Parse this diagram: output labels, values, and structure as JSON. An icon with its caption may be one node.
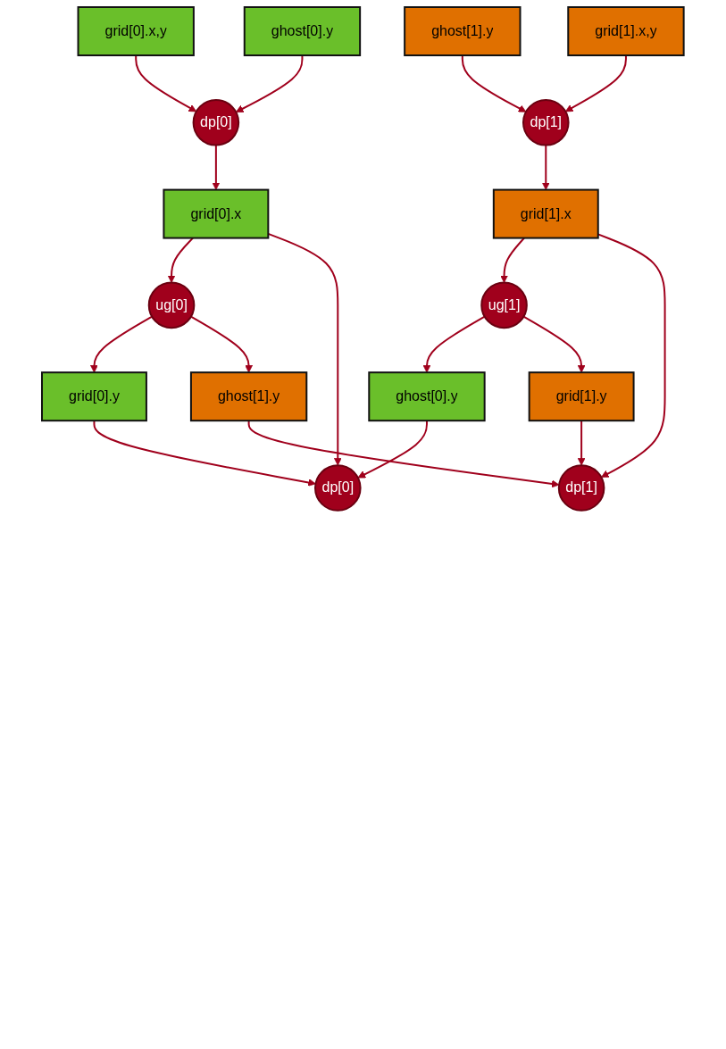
{
  "diagram": {
    "nodes": [
      {
        "text": [
          "grid[0].x,y"
        ]
      },
      {
        "text": [
          "ghost[0].y"
        ]
      },
      {
        "text": [
          "ghost[1].y"
        ]
      },
      {
        "text": [
          "grid[1].x,y"
        ]
      },
      {
        "text": [
          "dp[0]"
        ]
      },
      {
        "text": [
          "dp[1]"
        ]
      },
      {
        "text": [
          "grid[0].x"
        ]
      },
      {
        "text": [
          "grid[1].x"
        ]
      },
      {
        "text": [
          "ug[0]"
        ]
      },
      {
        "text": [
          "ug[1]"
        ]
      },
      {
        "text": [
          "grid[0].y"
        ]
      },
      {
        "text": [
          "ghost[0].y"
        ]
      },
      {
        "text": [
          "ghost[1].y"
        ]
      },
      {
        "text": [
          "grid[1].y"
        ]
      },
      {
        "text": [
          "dp[0]"
        ]
      },
      {
        "text": [
          "dp[1]"
        ]
      }
    ],
    "edges": [
      {
        "from": 0,
        "to": 4,
        "arrow": "to"
      },
      {
        "from": 1,
        "to": 4,
        "arrow": "to"
      },
      {
        "from": 2,
        "to": 5,
        "arrow": "to"
      },
      {
        "from": 3,
        "to": 5,
        "arrow": "to"
      },
      {
        "from": 4,
        "to": 6,
        "arrow": "to"
      },
      {
        "from": 5,
        "to": 7,
        "arrow": "to"
      },
      {
        "from": 6,
        "to": 8,
        "arrow": "to"
      },
      {
        "from": 7,
        "to": 9,
        "arrow": "to"
      },
      {
        "from": 6,
        "to": 14,
        "arrow": "to"
      },
      {
        "from": 7,
        "to": 15,
        "arrow": "to"
      },
      {
        "from": 8,
        "to": 10,
        "arrow": "to"
      },
      {
        "from": 8,
        "to": 12,
        "arrow": "to"
      },
      {
        "from": 9,
        "to": 11,
        "arrow": "to"
      },
      {
        "from": 9,
        "to": 13,
        "arrow": "to"
      },
      {
        "from": 10,
        "to": 14,
        "arrow": "to"
      },
      {
        "from": 11,
        "to": 14,
        "arrow": "to"
      },
      {
        "from": 12,
        "to": 15,
        "arrow": "to"
      },
      {
        "from": 13,
        "to": 15,
        "arrow": "to"
      }
    ]
  }
}
